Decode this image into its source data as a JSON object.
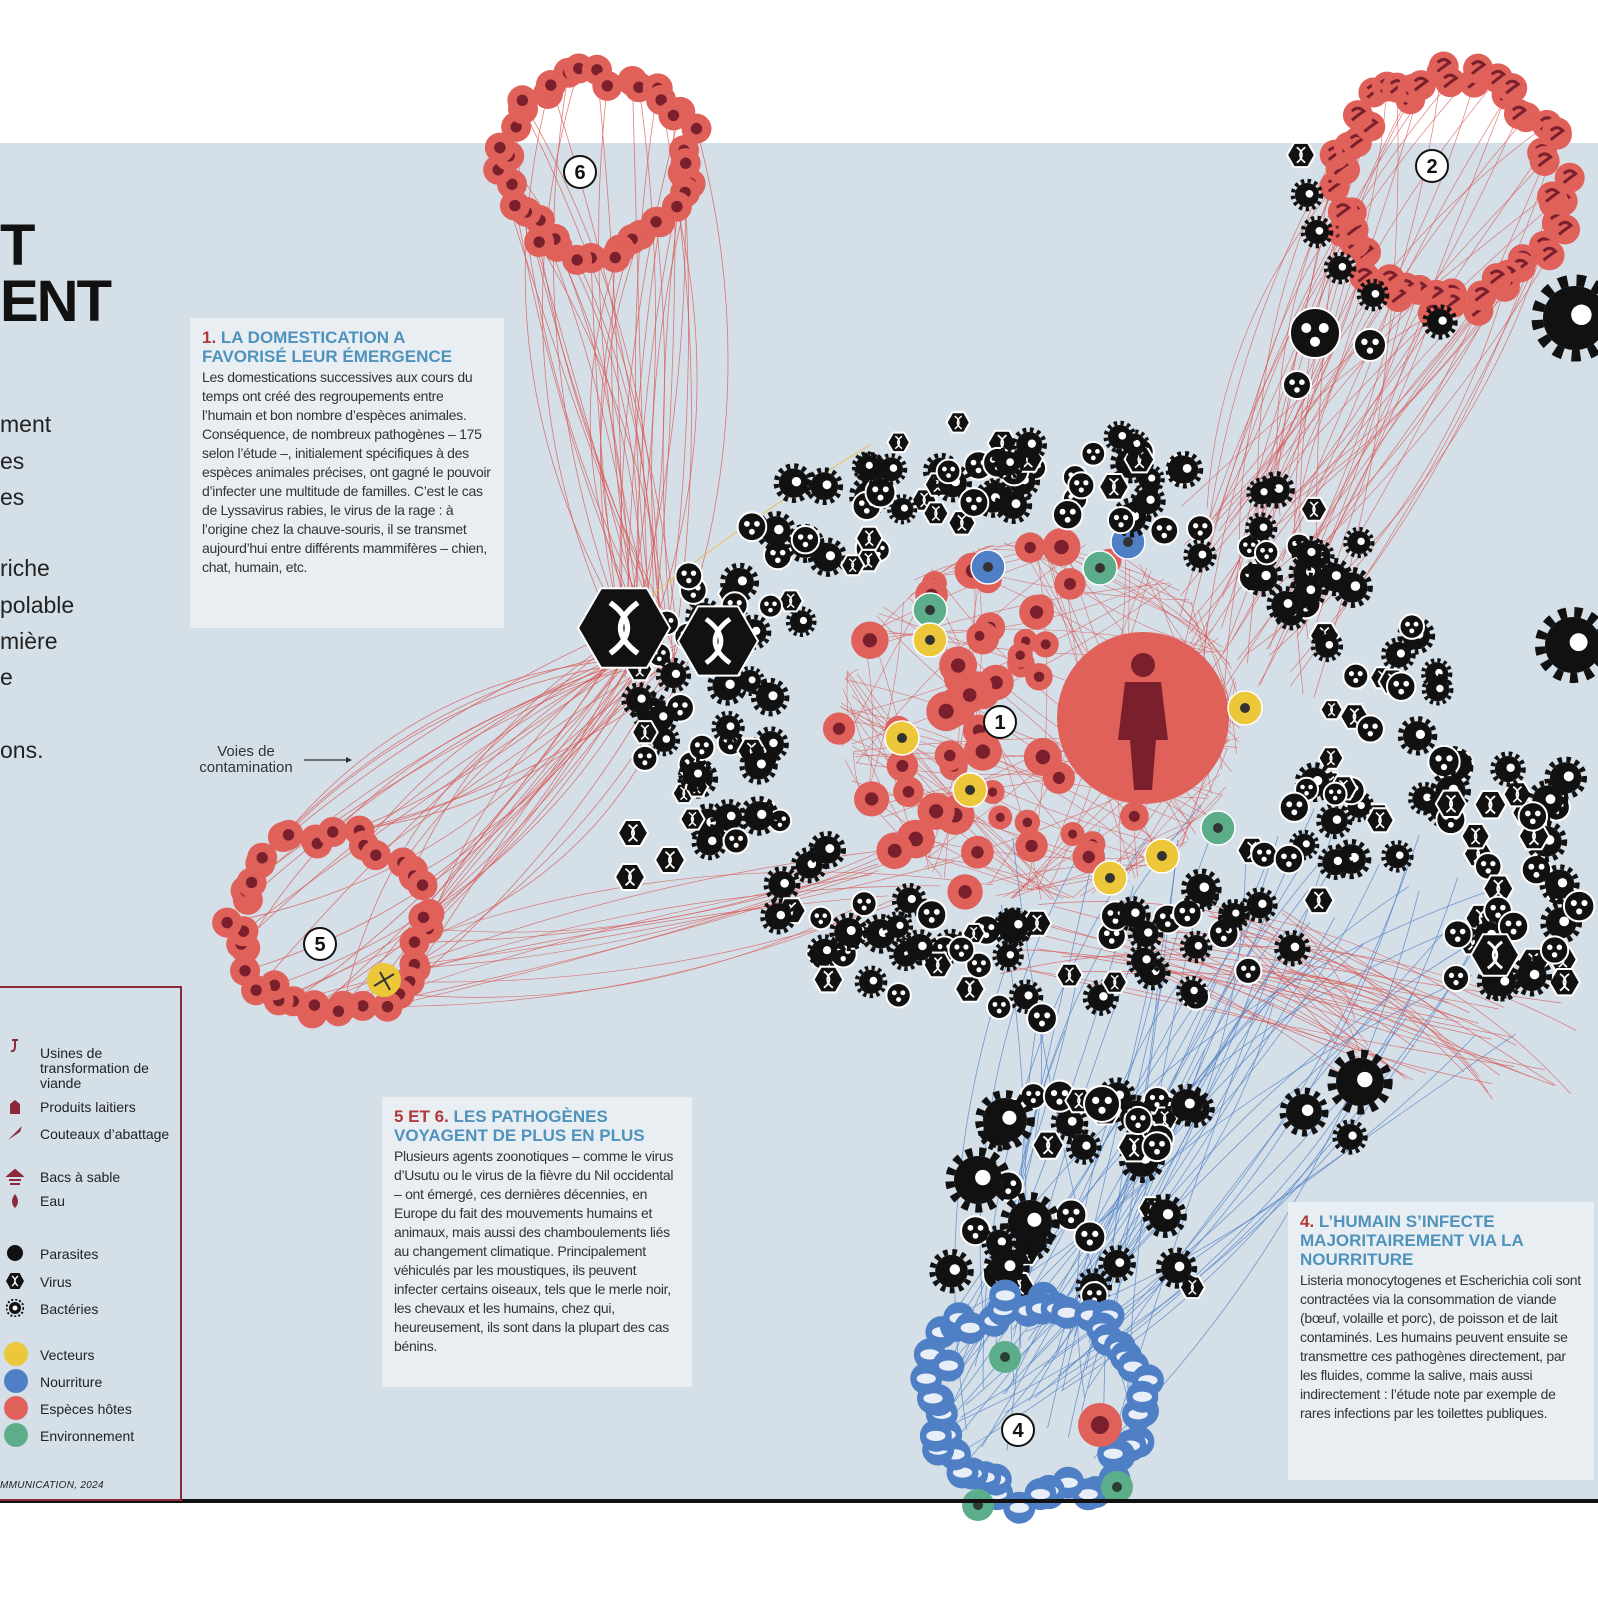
{
  "headline": {
    "line1": "T",
    "line2": "ENT"
  },
  "lead_fragments": [
    "ment",
    "es",
    "es",
    "",
    "riche",
    "polable",
    "mière",
    "e",
    "",
    "ons."
  ],
  "boxes": [
    {
      "num": "1.",
      "title": "LA DOMESTICATION A FAVORISÉ LEUR ÉMERGENCE",
      "text": "Les domestications successives aux cours du temps ont créé des regroupements entre l’humain et bon nombre d’espèces animales. Conséquence, de nombreux pathogènes – 175 selon l’étude –, initialement spécifiques à des espèces animales précises, ont gagné le pouvoir d’infecter une multitude de familles. C’est le cas de Lyssavirus rabies, le virus de la rage : à l’origine chez la chauve-souris, il se transmet aujourd’hui entre différents mammifères – chien, chat, humain, etc."
    },
    {
      "num": "5 ET 6.",
      "title": "LES PATHOGÈNES VOYAGENT DE PLUS EN PLUS",
      "text": "Plusieurs agents zoonotiques – comme le virus d’Usutu ou le virus de la fièvre du Nil occidental – ont émergé, ces dernières décennies, en Europe du fait des mouvements humains et animaux, mais aussi des chamboulements liés au changement climatique. Principalement véhiculés par les moustiques, ils peuvent infecter certains oiseaux, tels que le merle noir, les chevaux et les humains, chez qui, heureusement, ils sont dans la plupart des cas bénins."
    },
    {
      "num": "4.",
      "title": "L’HUMAIN S’INFECTE MAJORITAIREMENT VIA LA NOURRITURE",
      "text": "Listeria monocytogenes et Escherichia coli sont contractées via la consommation de viande (bœuf, volaille et porc), de poisson et de lait contaminés. Les humains peuvent ensuite se transmettre ces pathogènes directement, par les fluides, comme la salive, mais aussi indirectement : l’étude note par exemple de rares infections par les toilettes publiques."
    }
  ],
  "contamination_label": "Voies de contamination",
  "legend": {
    "items": [
      {
        "label": "Usines de transformation de viande",
        "icon": "meat-hook-icon"
      },
      {
        "label": "Produits laitiers",
        "icon": "milk-carton-icon"
      },
      {
        "label": "Couteaux d’abattage",
        "icon": "knife-icon"
      },
      {
        "label": "Bacs à sable",
        "icon": "sandbox-icon"
      },
      {
        "label": "Eau",
        "icon": "water-drop-icon"
      },
      {
        "label": "Parasites",
        "icon": "parasite-icon"
      },
      {
        "label": "Virus",
        "icon": "virus-icon"
      },
      {
        "label": "Bactéries",
        "icon": "bacteria-icon"
      },
      {
        "label": "Vecteurs",
        "color": "#ecc73a"
      },
      {
        "label": "Nourriture",
        "color": "#4f7fc4"
      },
      {
        "label": "Espèces hôtes",
        "color": "#e0605a"
      },
      {
        "label": "Environnement",
        "color": "#5cae8a"
      }
    ],
    "source": "MMUNICATION, 2024"
  },
  "diagram": {
    "colors": {
      "host": "#e0605a",
      "host_dark": "#7a1f2c",
      "food": "#4f7fc4",
      "vector": "#ecc73a",
      "environment": "#5cae8a",
      "pathogen": "#111111",
      "link_red": "#d9534f",
      "link_blue": "#4f7fc4",
      "link_yellow": "#e8c040",
      "panel": "#d4dfe8"
    },
    "cluster_labels": [
      "1",
      "2",
      "4",
      "5",
      "6"
    ]
  }
}
